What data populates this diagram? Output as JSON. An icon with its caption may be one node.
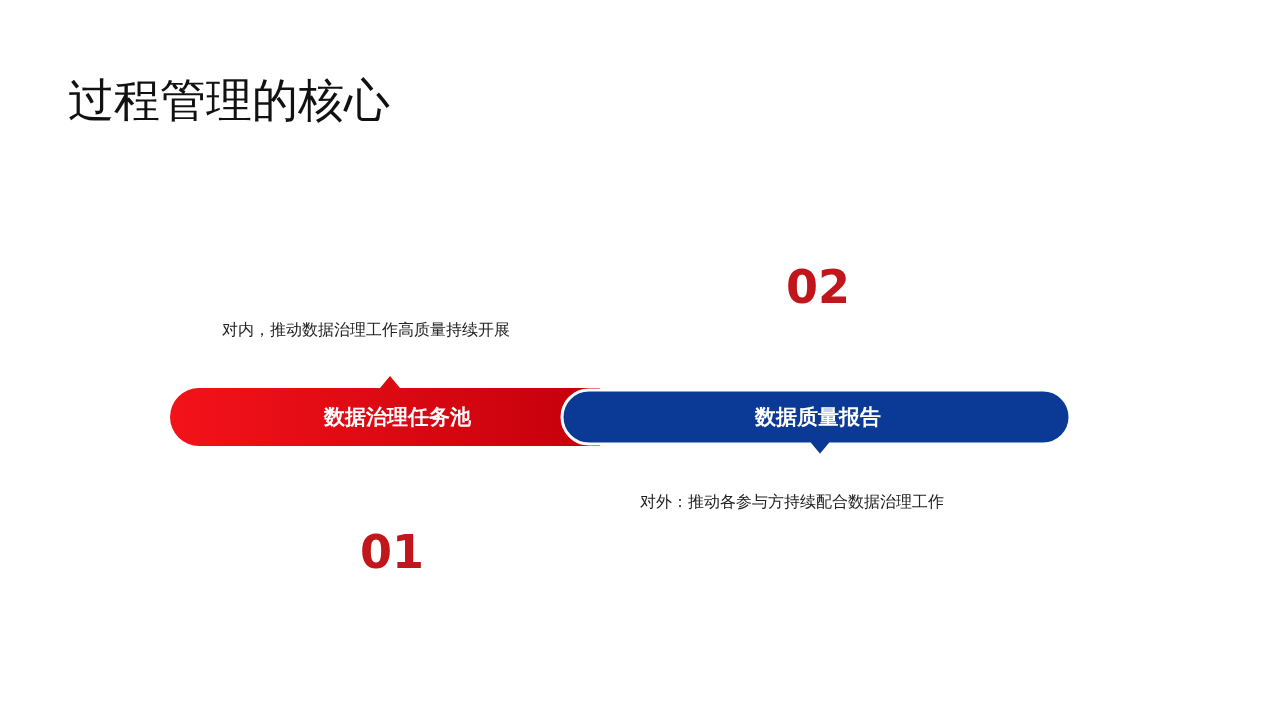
{
  "diagram": {
    "title": "过程管理的核心",
    "nodes": [
      {
        "text": [
          "数据治理任务池"
        ],
        "beside": [
          "对内，推动数据治理工作高质量持续开展",
          "01"
        ]
      },
      {
        "text": [
          "数据质量报告"
        ],
        "beside": [
          "02",
          "对外：推动各参与方持续配合数据治理工作"
        ]
      }
    ]
  }
}
